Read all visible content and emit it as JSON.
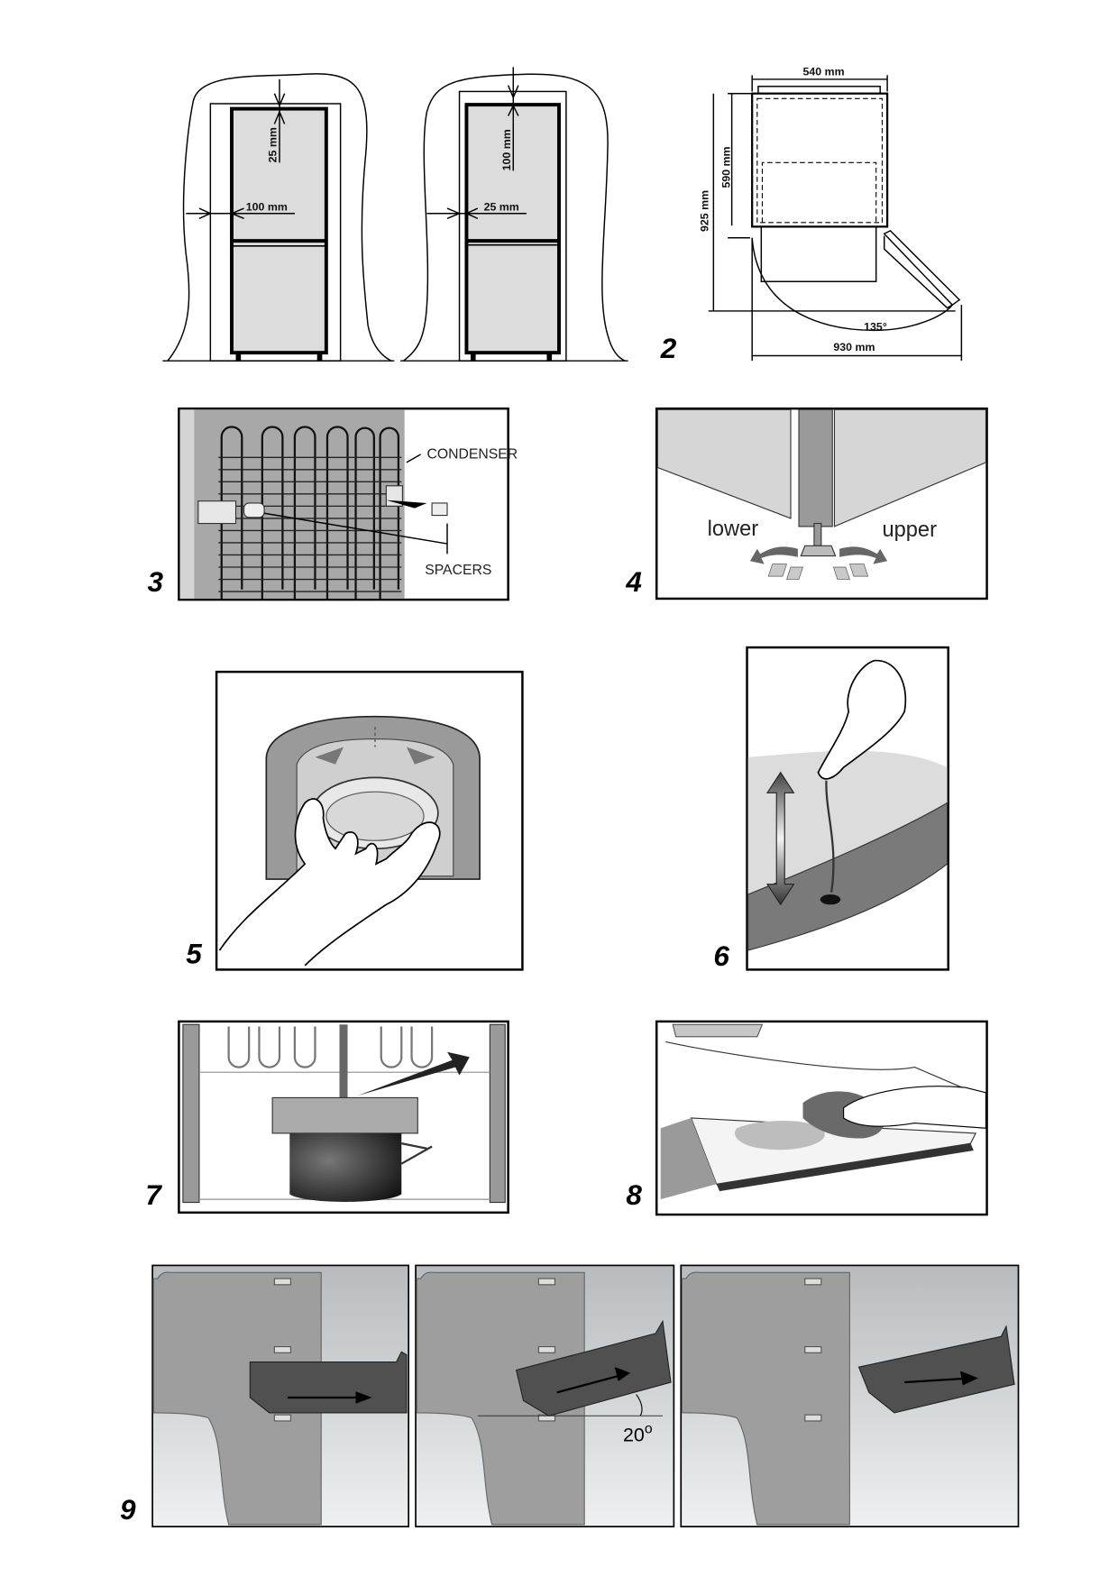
{
  "figures": {
    "fig1": {
      "left": {
        "top_gap": "25 mm",
        "side_gap": "100 mm"
      },
      "right": {
        "top_gap": "100 mm",
        "side_gap": "25 mm"
      }
    },
    "fig2": {
      "number": "2",
      "width": "540 mm",
      "depth": "590 mm",
      "depth_open": "925 mm",
      "angle": "135°",
      "total_width": "930 mm"
    },
    "fig3": {
      "number": "3",
      "condenser_label": "CONDENSER",
      "spacers_label": "SPACERS"
    },
    "fig4": {
      "number": "4",
      "lower_label": "lower",
      "upper_label": "upper"
    },
    "fig5": {
      "number": "5"
    },
    "fig6": {
      "number": "6"
    },
    "fig7": {
      "number": "7"
    },
    "fig8": {
      "number": "8"
    },
    "fig9": {
      "number": "9",
      "angle_value": "20",
      "angle_unit": "o"
    }
  },
  "colors": {
    "panel_gray": "#9a9a9a",
    "light_gray": "#dcdcdc",
    "dark_gray": "#4a4a4a"
  }
}
